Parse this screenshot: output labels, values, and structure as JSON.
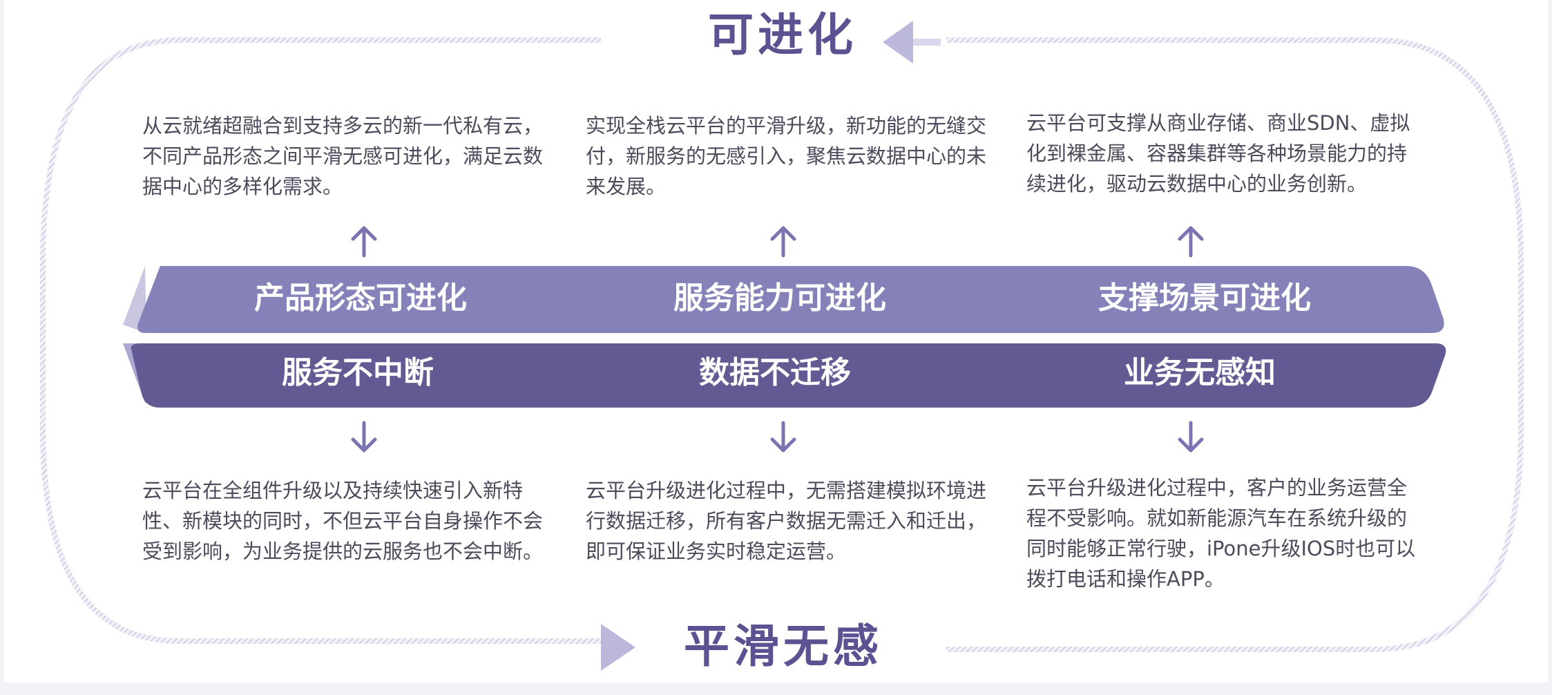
{
  "titles": {
    "top": "可进化",
    "bottom": "平滑无感"
  },
  "upper_band": {
    "labels": [
      "产品形态可进化",
      "服务能力可进化",
      "支撑场景可进化"
    ]
  },
  "lower_band": {
    "labels": [
      "服务不中断",
      "数据不迁移",
      "业务无感知"
    ]
  },
  "top_descriptions": [
    "从云就绪超融合到支持多云的新一代私有云，不同产品形态之间平滑无感可进化，满足云数据中心的多样化需求。",
    "实现全栈云平台的平滑升级，新功能的无缝交付，新服务的无感引入，聚焦云数据中心的未来发展。",
    "云平台可支撑从商业存储、商业SDN、虚拟化到裸金属、容器集群等各种场景能力的持续进化，驱动云数据中心的业务创新。"
  ],
  "bottom_descriptions": [
    "云平台在全组件升级以及持续快速引入新特性、新模块的同时，不但云平台自身操作不会受到影响，为业务提供的云服务也不会中断。",
    "云平台升级进化过程中，无需搭建模拟环境进行数据迁移，所有客户数据无需迁入和迁出，即可保证业务实时稳定运营。",
    "云平台升级进化过程中，客户的业务运营全程不受影响。就如新能源汽车在系统升级的同时能够正常行驶，iPone升级IOS时也可以拨打电话和操作APP。"
  ],
  "colors": {
    "upper_band": "#8582ba",
    "lower_band": "#625a93",
    "title": "#5a5291",
    "arrow": "#7a74b0",
    "loop_arrow": "#bcb8dc",
    "text": "#4b4b5c"
  },
  "icons": {
    "up_arrows": "up-arrow-icon",
    "down_arrows": "down-arrow-icon",
    "loop_top_arrow": "left-triangle-arrow-icon",
    "loop_bottom_arrow": "right-triangle-arrow-icon"
  }
}
